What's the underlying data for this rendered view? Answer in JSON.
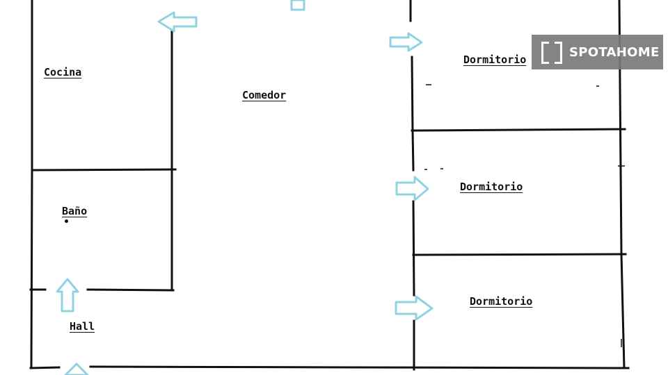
{
  "rooms": {
    "cocina": "Cocina",
    "comedor": "Comedor",
    "dormitorio_1": "Dormitorio",
    "dormitorio_2": "Dormitorio",
    "dormitorio_3": "Dormitorio",
    "bano": "Baño",
    "hall": "Hall"
  },
  "watermark": {
    "brand": "SPOTAHOME",
    "icon": "bracket-logo-icon"
  },
  "colors": {
    "walls": "#111111",
    "arrows": "#8fd3e3",
    "watermark_bg": "#7a7a7a"
  }
}
